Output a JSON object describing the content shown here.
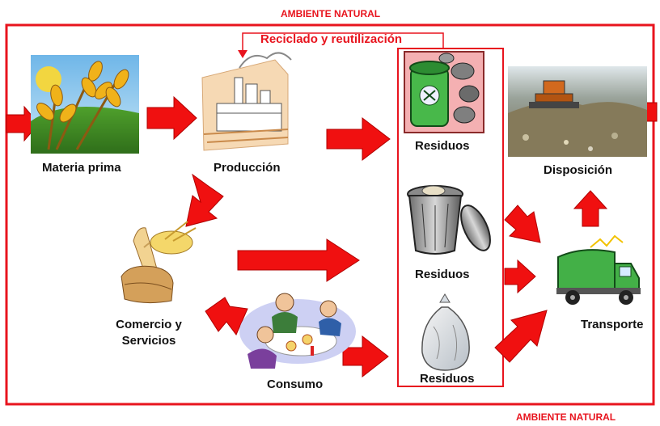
{
  "environment": {
    "top_label": "AMBIENTE NATURAL",
    "bottom_label": "AMBIENTE NATURAL"
  },
  "recycle_label": "Reciclado y reutilización",
  "nodes": {
    "materia_prima": "Materia prima",
    "produccion": "Producción",
    "comercio_line1": "Comercio y",
    "comercio_line2": "Servicios",
    "consumo": "Consumo",
    "residuos_1": "Residuos",
    "residuos_2": "Residuos",
    "residuos_3": "Residuos",
    "disposicion": "Disposición",
    "transporte": "Transporte"
  },
  "colors": {
    "frame": "#e8141e",
    "arrow": "#f01010",
    "arrow_edge": "#b00000"
  }
}
